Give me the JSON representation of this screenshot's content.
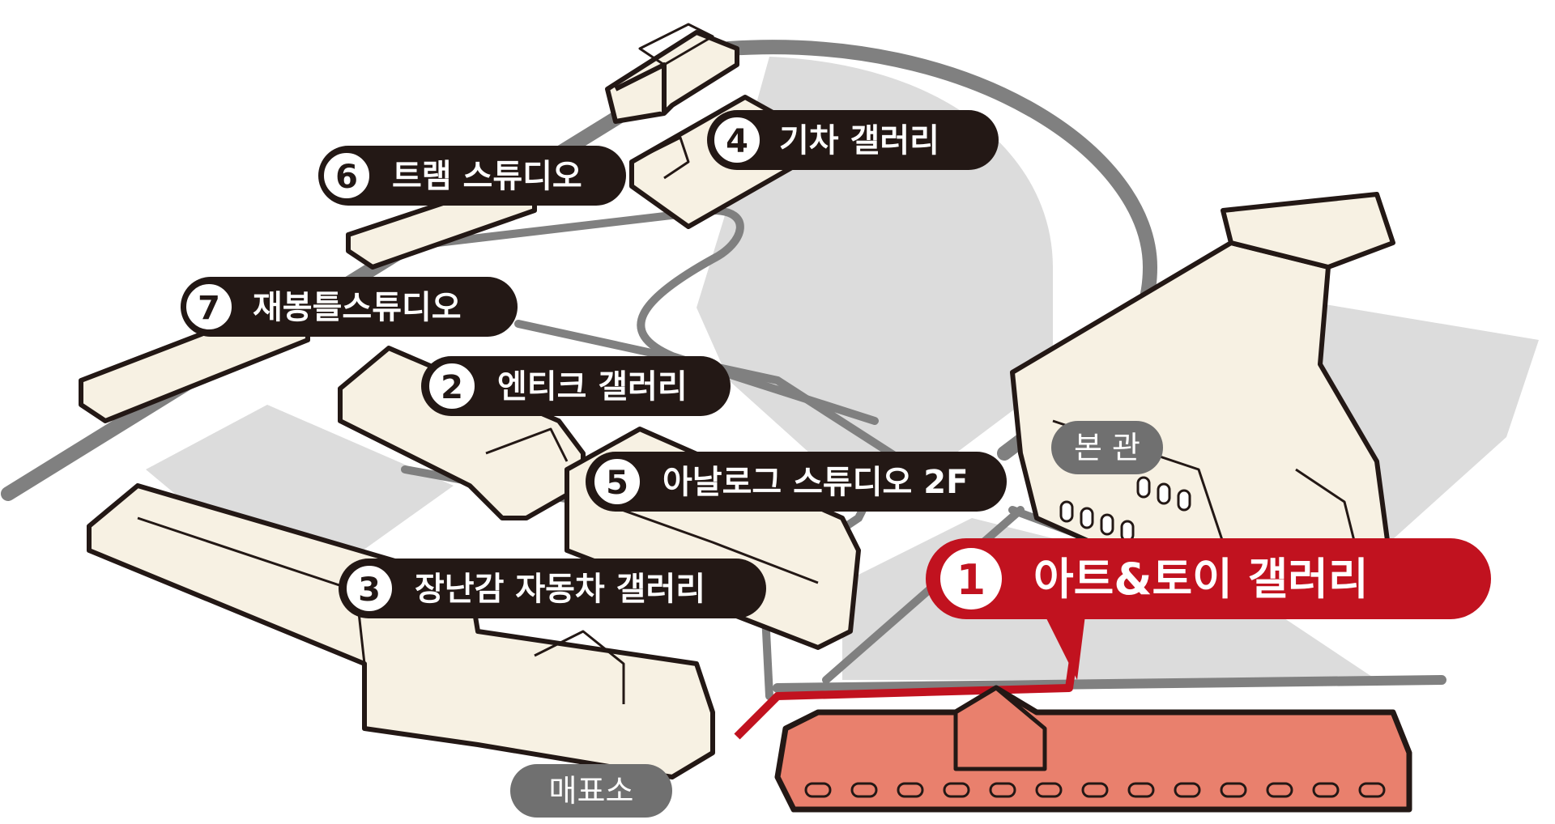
{
  "colors": {
    "accent": "#c1121f",
    "label_bg": "#231815",
    "building_fill": "#f7f1e3",
    "highlight_building": "#e9806d",
    "ground": "#dcdcdc",
    "road": "#808080",
    "tag_bg": "#707070"
  },
  "labels": [
    {
      "number": "1",
      "text": "아트&토이 갤러리",
      "highlight": true
    },
    {
      "number": "2",
      "text": "엔티크 갤러리"
    },
    {
      "number": "3",
      "text": "장난감 자동차 갤러리"
    },
    {
      "number": "4",
      "text": "기차 갤러리"
    },
    {
      "number": "5",
      "text": "아날로그 스튜디오 2F"
    },
    {
      "number": "6",
      "text": "트램 스튜디오"
    },
    {
      "number": "7",
      "text": "재봉틀스튜디오"
    }
  ],
  "tags": {
    "main_hall": "본 관",
    "ticket_office": "매표소"
  }
}
